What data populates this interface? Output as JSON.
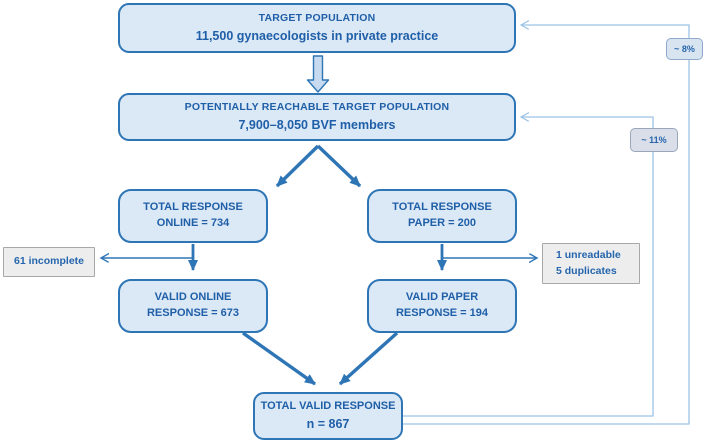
{
  "diagram": {
    "kind": "survey-response-flowchart",
    "colors": {
      "box_fill": "#dbe8f6",
      "box_border": "#2e75b6",
      "text_blue": "#1f5fa8",
      "gray_fill": "#ededed",
      "gray_border": "#a8a8a8",
      "arrow_blue": "#2e75b6",
      "feedback_blue": "#9dc3e6",
      "block_arrow_fill": "#c7daef"
    }
  },
  "boxes": {
    "target_population": {
      "line1": "TARGET POPULATION",
      "line2": "11,500 gynaecologists in private practice"
    },
    "reachable_population": {
      "line1": "POTENTIALLY REACHABLE TARGET POPULATION",
      "line2": "7,900–8,050 BVF members"
    },
    "total_response_online": {
      "line1": "TOTAL RESPONSE",
      "line2": "ONLINE = 734"
    },
    "total_response_paper": {
      "line1": "TOTAL RESPONSE",
      "line2": "PAPER = 200"
    },
    "incomplete": {
      "line1": "61 incomplete"
    },
    "excluded_paper": {
      "line1": "1 unreadable",
      "line2": "5 duplicates"
    },
    "valid_online": {
      "line1": "VALID ONLINE",
      "line2": "RESPONSE = 673"
    },
    "valid_paper": {
      "line1": "VALID PAPER",
      "line2": "RESPONSE = 194"
    },
    "total_valid": {
      "line1": "TOTAL VALID RESPONSE",
      "line2": "n = 867"
    }
  },
  "rates": {
    "target_rate": "~ 8%",
    "reachable_rate": "~ 11%"
  }
}
